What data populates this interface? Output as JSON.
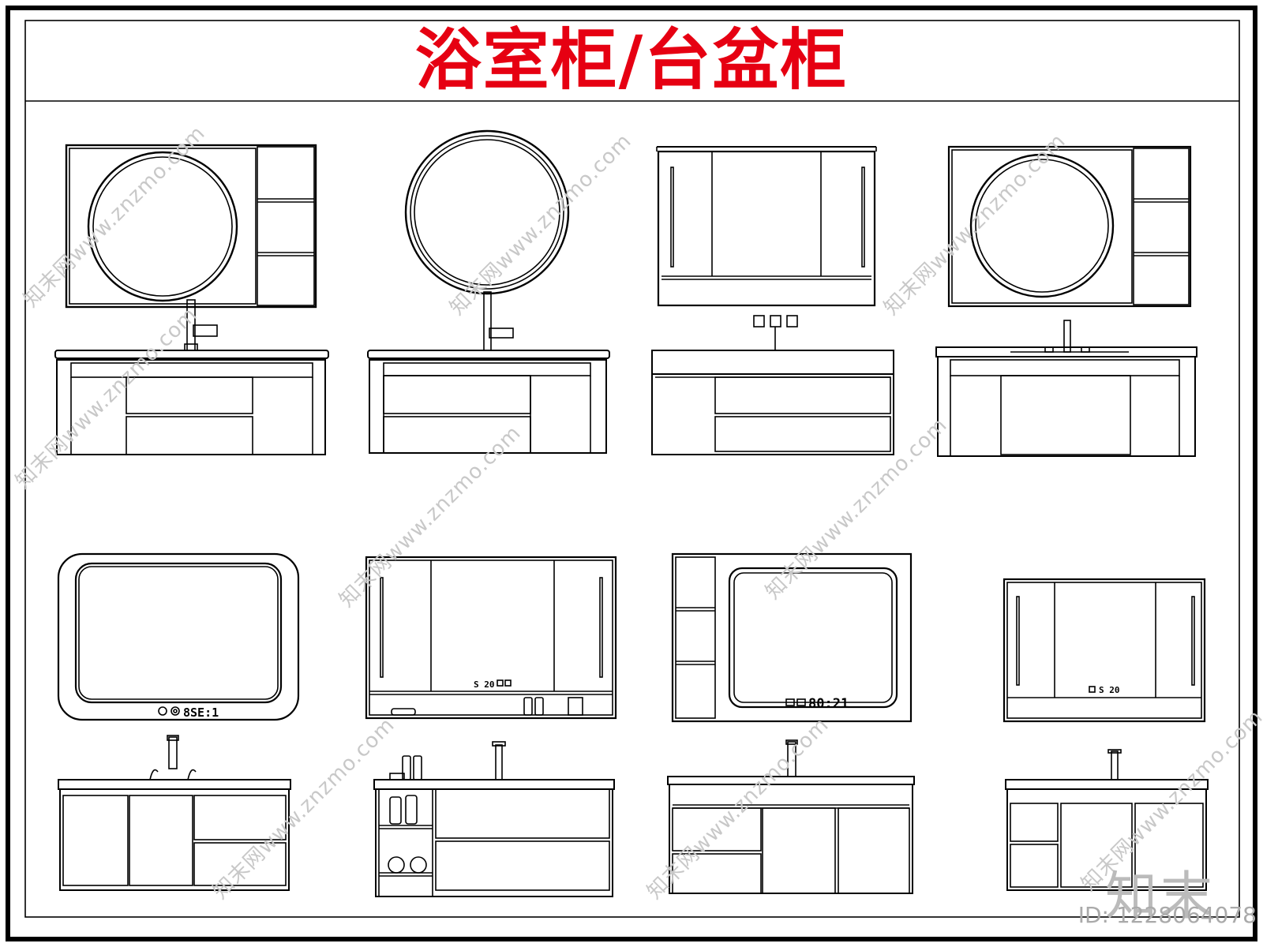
{
  "title": "浴室柜/台盆柜",
  "watermark": "知末网www.znzmo.com",
  "logo": "知末",
  "id_label": "ID: 1228064078",
  "clock_displays": {
    "cab5": "8SE:1",
    "cab6": "S 20",
    "cab7": "80:21",
    "cab8": "S 20"
  },
  "colors": {
    "title": "#e60012",
    "line": "#000000"
  }
}
